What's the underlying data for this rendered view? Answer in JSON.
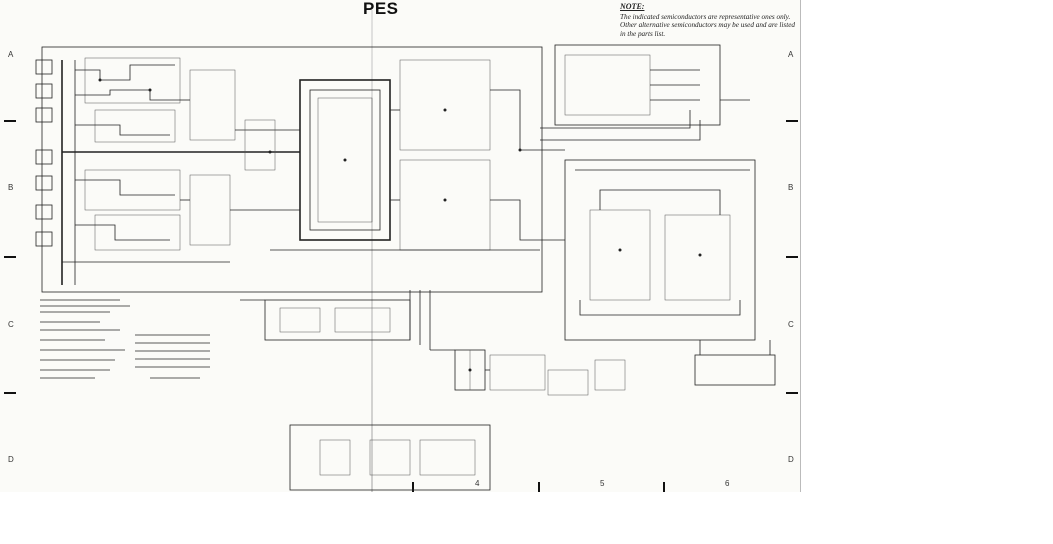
{
  "title": "PES",
  "note": {
    "heading": "NOTE:",
    "text": "The indicated semiconductors are representative ones only. Other alternative semiconductors may be used and are listed in the parts list."
  },
  "row_labels_left": [
    "A",
    "B",
    "C",
    "D"
  ],
  "row_labels_right": [
    "A",
    "B",
    "C",
    "D"
  ],
  "column_labels": [
    "4",
    "5",
    "6"
  ]
}
